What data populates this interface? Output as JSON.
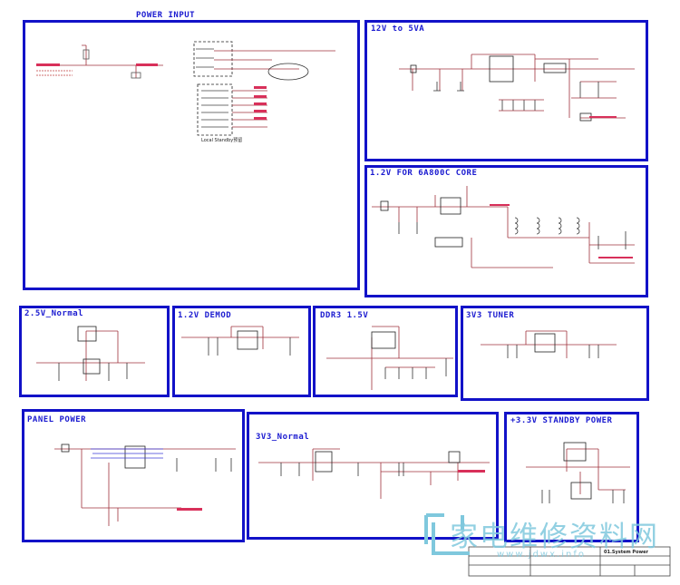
{
  "blocks": {
    "power_input": "POWER INPUT",
    "v12_to_5va": "12V to 5VA",
    "core_12v": "1.2V FOR 6A800C CORE",
    "v25_normal": "2.5V_Normal",
    "demod_12v": "1.2V  DEMOD",
    "ddr3_15v": "DDR3 1.5V",
    "tuner_3v3": "3V3 TUNER",
    "panel_power": "PANEL POWER",
    "normal_3v3": "3V3_Normal",
    "standby_3v3": "+3.3V STANDBY POWER"
  },
  "notes": {
    "local_standby": "Local Standby预留"
  },
  "title_block": {
    "sheet_name": "01.System Power"
  },
  "watermark": {
    "cn": "家电维修资料网",
    "url": "www.jdwx.info"
  }
}
